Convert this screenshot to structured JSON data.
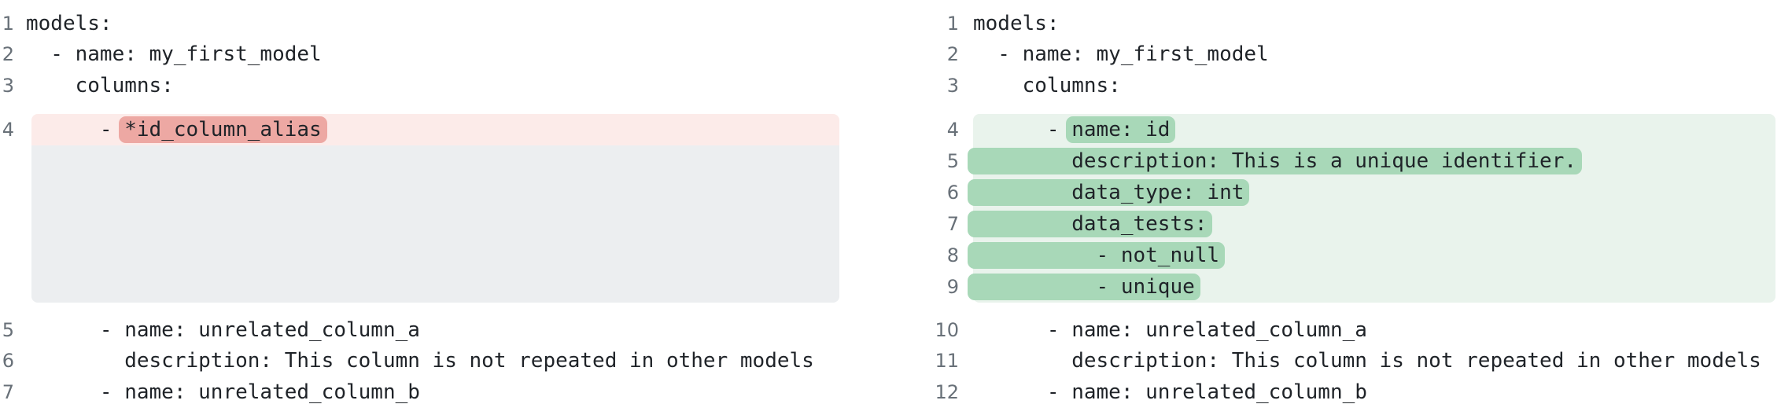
{
  "diff_view": {
    "language": "yaml",
    "left_pane": {
      "side": "before",
      "segments": [
        {
          "type": "context",
          "lines": [
            {
              "num": "1",
              "text": "models:"
            },
            {
              "num": "2",
              "text": "  - name: my_first_model"
            },
            {
              "num": "3",
              "text": "    columns:"
            }
          ]
        },
        {
          "type": "removed",
          "filler_after": true,
          "lines": [
            {
              "num": "4",
              "pre": "      - ",
              "mark": "*id_column_alias"
            }
          ]
        },
        {
          "type": "context",
          "lines": [
            {
              "num": "5",
              "text": "      - name: unrelated_column_a"
            },
            {
              "num": "6",
              "text": "        description: This column is not repeated in other models"
            },
            {
              "num": "7",
              "text": "      - name: unrelated_column_b"
            }
          ]
        }
      ]
    },
    "right_pane": {
      "side": "after",
      "segments": [
        {
          "type": "context",
          "lines": [
            {
              "num": "1",
              "text": "models:"
            },
            {
              "num": "2",
              "text": "  - name: my_first_model"
            },
            {
              "num": "3",
              "text": "    columns:"
            }
          ]
        },
        {
          "type": "added",
          "lines": [
            {
              "num": "4",
              "pre": "      - ",
              "mark": "name: id"
            },
            {
              "num": "5",
              "mark": "        description: This is a unique identifier."
            },
            {
              "num": "6",
              "mark": "        data_type: int"
            },
            {
              "num": "7",
              "mark": "        data_tests:"
            },
            {
              "num": "8",
              "mark": "          - not_null"
            },
            {
              "num": "9",
              "mark": "          - unique"
            }
          ]
        },
        {
          "type": "context",
          "lines": [
            {
              "num": "10",
              "text": "      - name: unrelated_column_a"
            },
            {
              "num": "11",
              "text": "        description: This column is not repeated in other models"
            },
            {
              "num": "12",
              "text": "      - name: unrelated_column_b"
            }
          ]
        }
      ]
    }
  },
  "colors": {
    "code-text": "#1f2328",
    "line-number": "#687078",
    "removed-line-bg": "#fcebe9",
    "removed-word-bg": "#eda8a3",
    "added-line-bg": "#e9f3ec",
    "added-word-bg": "#a8d8b8",
    "filler-bg": "#eceef0"
  }
}
